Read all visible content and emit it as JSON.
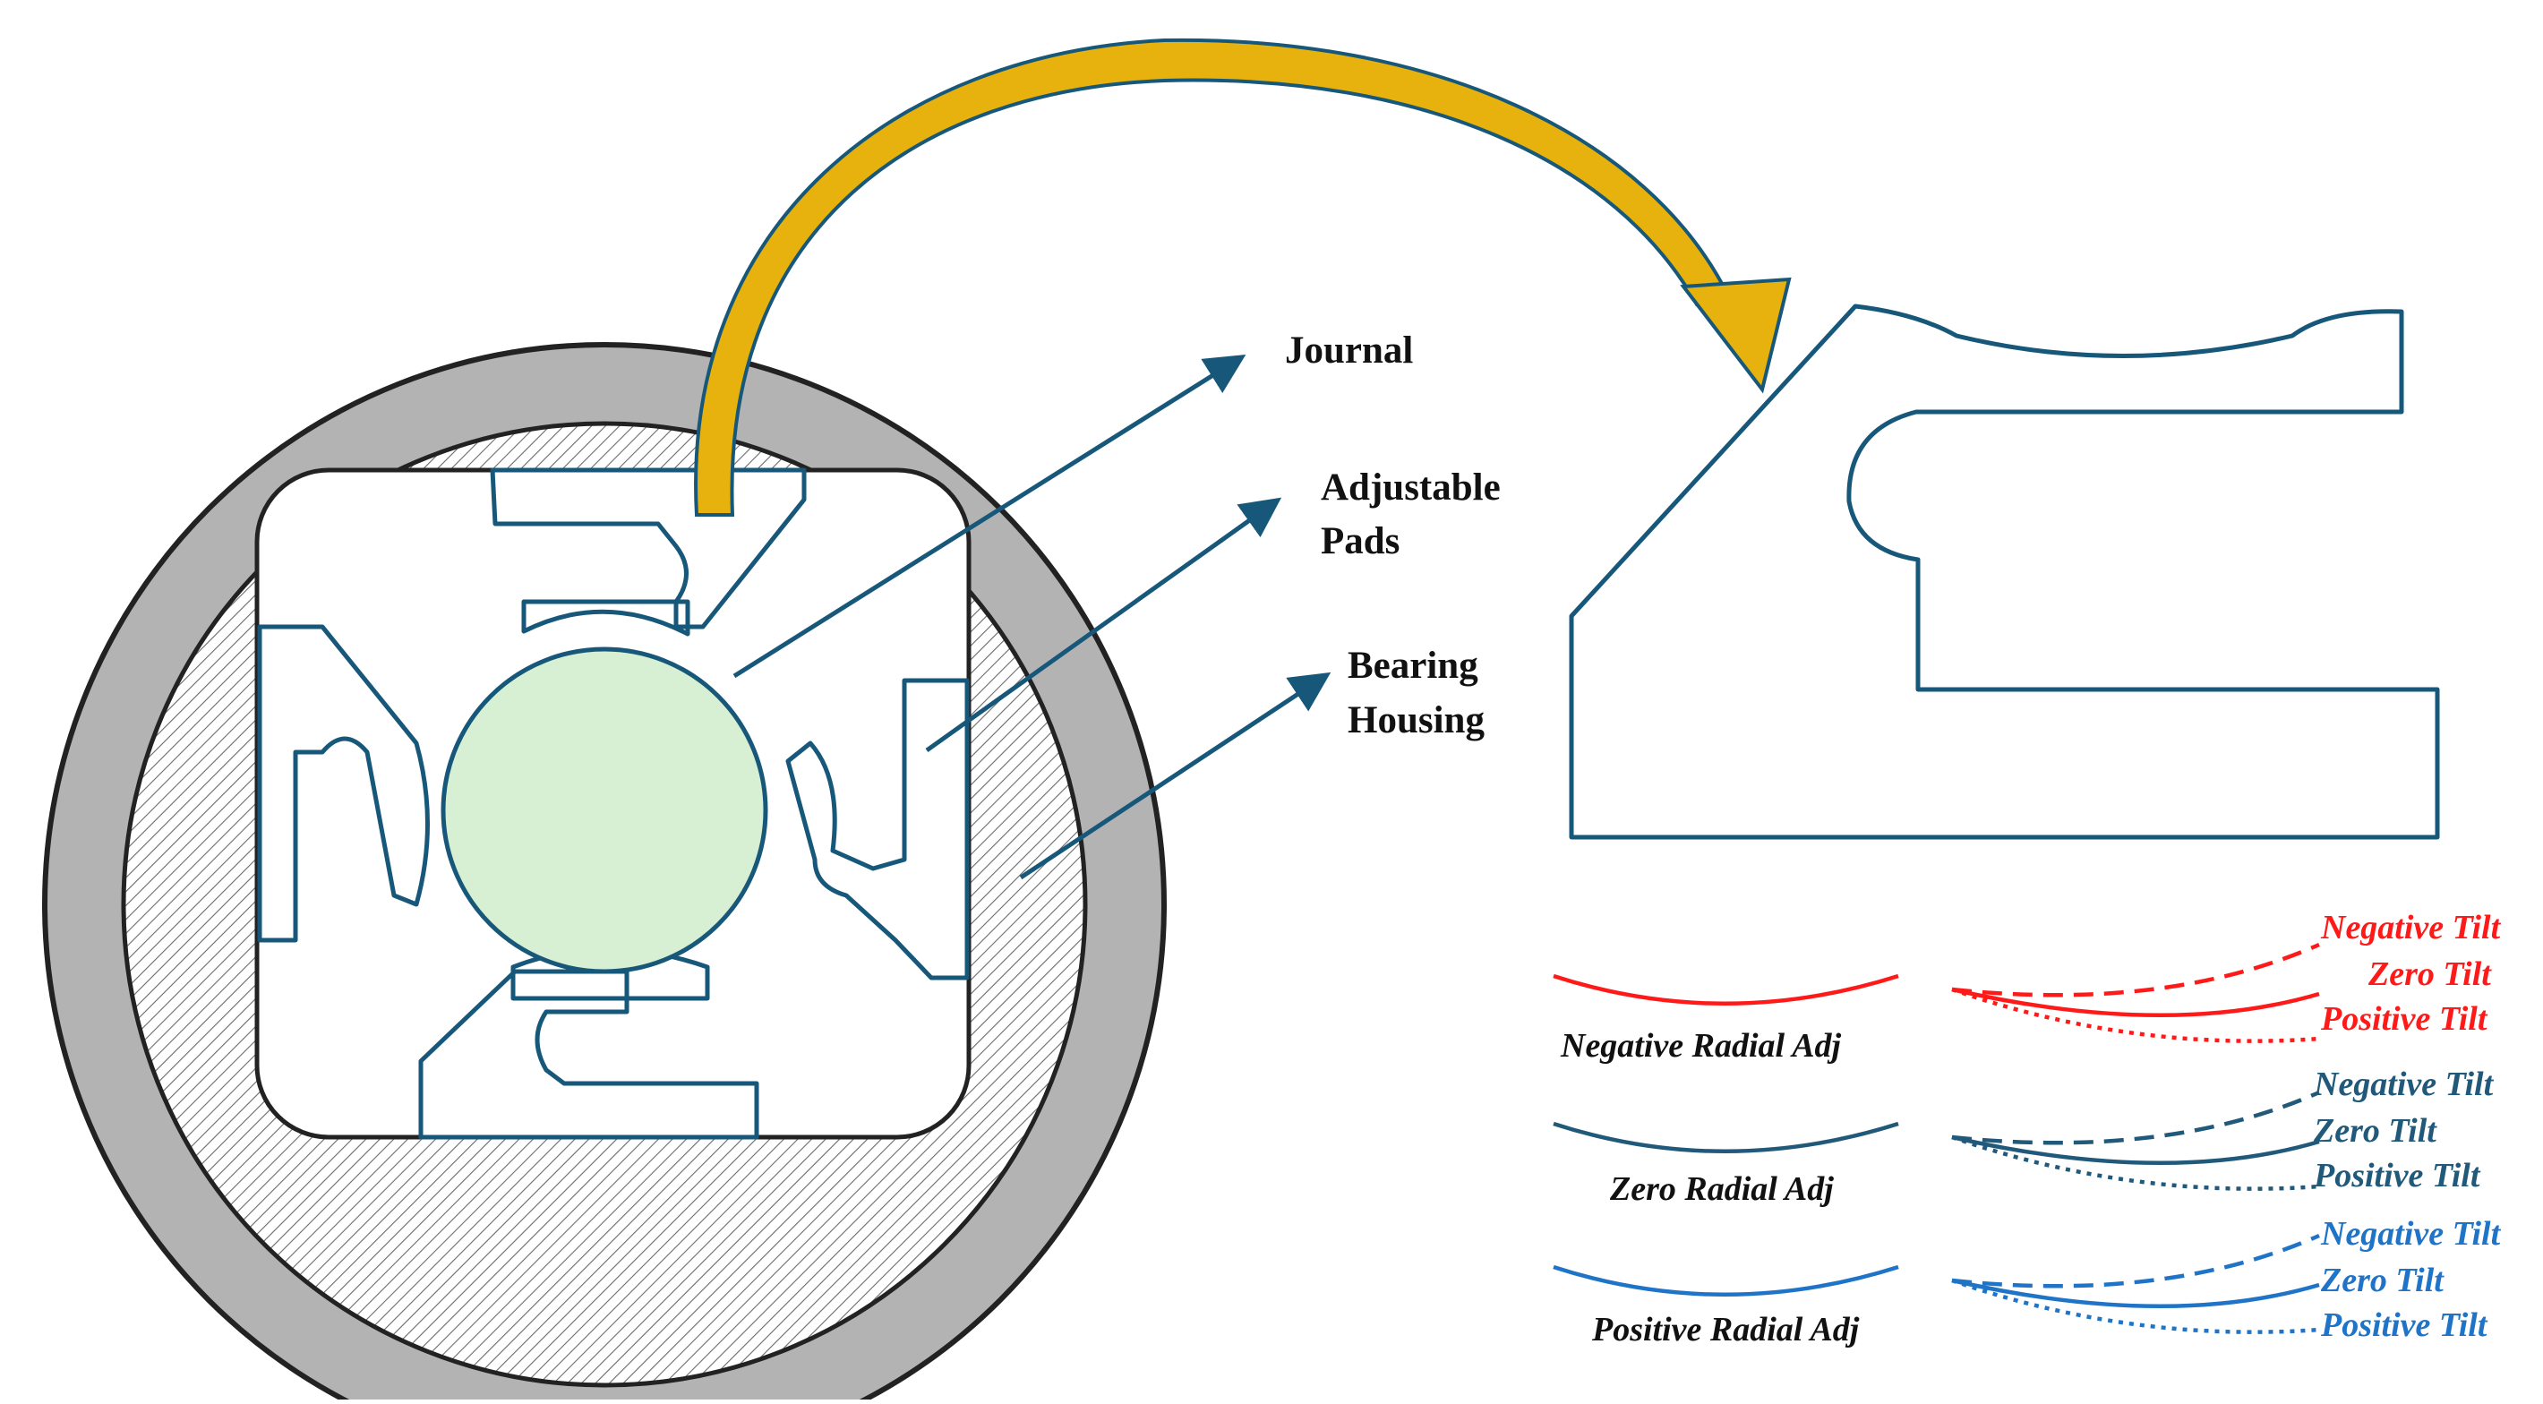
{
  "colors": {
    "line": "#17587a",
    "housing_gray": "#b3b3b3",
    "journal_fill": "#d7efd2",
    "arrow_gold": "#e8b20e",
    "red": "#ff1a1a",
    "teal": "#21597a",
    "blue": "#1f74c7"
  },
  "labels": {
    "journal": "Journal",
    "adjustable_pads_line1": "Adjustable",
    "adjustable_pads_line2": "Pads",
    "bearing_housing_line1": "Bearing",
    "bearing_housing_line2": "Housing"
  },
  "legend": {
    "groups": [
      {
        "caption": "Negative Radial Adj",
        "color": "#ff1a1a",
        "tilts": [
          "Negative Tilt",
          "Zero Tilt",
          "Positive Tilt"
        ]
      },
      {
        "caption": "Zero Radial Adj",
        "color": "#21597a",
        "tilts": [
          "Negative Tilt",
          "Zero Tilt",
          "Positive Tilt"
        ]
      },
      {
        "caption": "Positive Radial Adj",
        "color": "#1f74c7",
        "tilts": [
          "Negative Tilt",
          "Zero Tilt",
          "Positive Tilt"
        ]
      }
    ]
  }
}
